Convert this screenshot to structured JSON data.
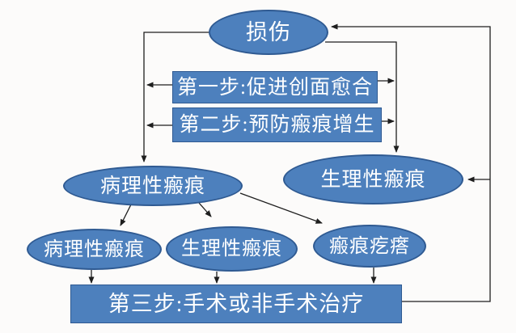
{
  "diagram": {
    "title": "scar-treatment-flowchart",
    "colors": {
      "node_fill": "#4d80bd",
      "node_border": "#2f5a92",
      "node_text": "#ffffff",
      "connector": "#1e1e1e",
      "background": "#fcfbfa"
    },
    "nodes": {
      "injury": {
        "label": "损伤",
        "shape": "ellipse"
      },
      "step1": {
        "label": "第一步:促进创面愈合",
        "shape": "rect"
      },
      "step2": {
        "label": "第二步:预防瘢痕增生",
        "shape": "rect"
      },
      "pathological_scar_main": {
        "label": "病理性瘢痕",
        "shape": "ellipse"
      },
      "physiological_scar_main": {
        "label": "生理性瘢痕",
        "shape": "ellipse"
      },
      "pathological_scar_sub": {
        "label": "病理性瘢痕",
        "shape": "ellipse"
      },
      "physiological_scar_sub": {
        "label": "生理性瘢痕",
        "shape": "ellipse"
      },
      "keloid": {
        "label": "瘢痕疙瘩",
        "shape": "ellipse"
      },
      "step3": {
        "label": "第三步:手术或非手术治疗",
        "shape": "rect"
      }
    },
    "edges": [
      {
        "from": "injury",
        "to": "pathological_scar_main",
        "via": "left loop"
      },
      {
        "from": "step1",
        "to": "left loop",
        "via": "arrow left"
      },
      {
        "from": "step2",
        "to": "left loop",
        "via": "arrow left"
      },
      {
        "from": "injury",
        "to": "physiological_scar_main",
        "via": "inner right loop"
      },
      {
        "from": "step1",
        "to": "inner right loop",
        "via": "arrow right"
      },
      {
        "from": "step2",
        "to": "inner right loop",
        "via": "arrow right"
      },
      {
        "from": "step3",
        "to": "injury",
        "via": "outer right loop"
      },
      {
        "from": "step3",
        "to": "physiological_scar_main",
        "via": "outer right loop branch"
      },
      {
        "from": "pathological_scar_main",
        "to": "pathological_scar_sub"
      },
      {
        "from": "pathological_scar_main",
        "to": "physiological_scar_sub"
      },
      {
        "from": "pathological_scar_main",
        "to": "keloid"
      },
      {
        "from": "pathological_scar_sub",
        "to": "step3"
      },
      {
        "from": "physiological_scar_sub",
        "to": "step3"
      },
      {
        "from": "keloid",
        "to": "step3"
      }
    ]
  }
}
